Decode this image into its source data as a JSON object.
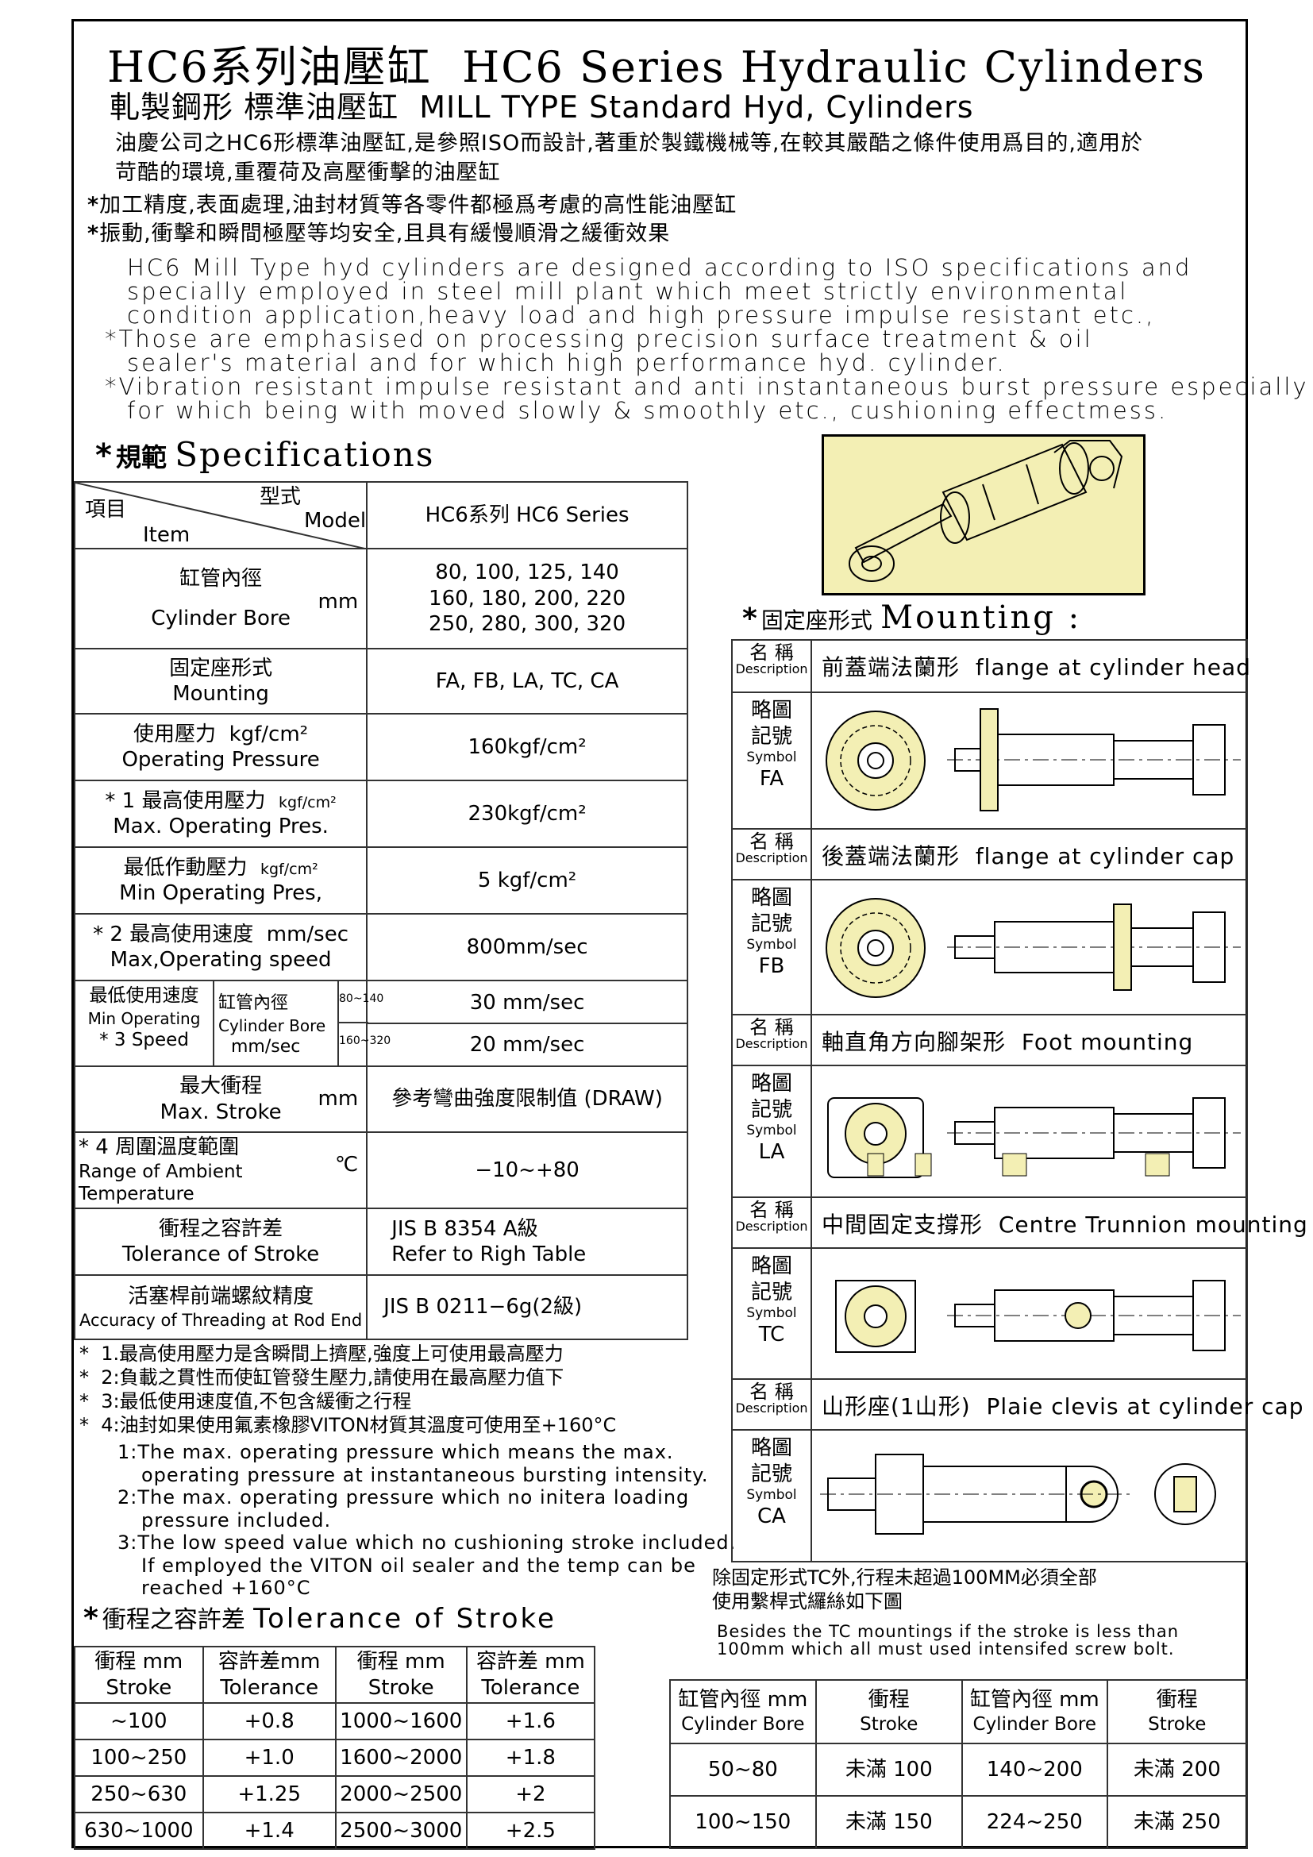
{
  "header": {
    "title_zh": "HC6系列油壓缸",
    "title_en": "HC6 Series Hydraulic Cylinders",
    "subtitle_zh": "軋製鋼形 標準油壓缸",
    "subtitle_en": "MILL TYPE Standard Hyd, Cylinders"
  },
  "intro_zh": [
    "油慶公司之HC6形標準油壓缸,是參照ISO而設計,著重於製鐵機械等,在較其嚴酷之條件使用爲目的,適用於",
    "苛酷的環境,重覆荷及高壓衝擊的油壓缸"
  ],
  "bullets_zh": [
    "加工精度,表面處理,油封材質等各零件都極爲考慮的高性能油壓缸",
    "振動,衝擊和瞬間極壓等均安全,且具有緩慢順滑之緩衝效果"
  ],
  "star": "*",
  "intro_en": [
    "HC6 Mill Type hyd cylinders are designed according to ISO specifications and",
    "specially employed in steel mill plant which meet strictly environmental",
    "condition application,heavy load and high pressure impulse resistant etc.,",
    "Those are emphasised on processing precision surface treatment & oil",
    "sealer's material and for which high performance hyd. cylinder.",
    "Vibration resistant impulse resistant and anti instantaneous burst pressure especially",
    "for which being with moved slowly & smoothly etc., cushioning effectmess."
  ],
  "spec": {
    "heading_zh": "規範",
    "heading_en": "Specifications",
    "hdr": {
      "item_zh": "項目",
      "item_en": "Item",
      "model_zh": "型式",
      "model_en": "Model",
      "series": "HC6系列 HC6 Series"
    },
    "rows": [
      {
        "zh": "缸管內徑",
        "en": "Cylinder Bore",
        "unit": "mm",
        "value": [
          "80, 100, 125, 140",
          "160, 180, 200, 220",
          "250, 280, 300, 320"
        ]
      },
      {
        "zh": "固定座形式",
        "en": "Mounting",
        "unit": "",
        "value": [
          "FA, FB, LA, TC, CA"
        ]
      },
      {
        "zh": "使用壓力",
        "en": "Operating Pressure",
        "unit": "kgf/cm²",
        "value": [
          "160kgf/cm²"
        ]
      },
      {
        "zh": "* 1 最高使用壓力",
        "en": "Max. Operating Pres.",
        "unit": "kgf/cm²",
        "value": [
          "230kgf/cm²"
        ]
      },
      {
        "zh": "最低作動壓力",
        "en": "Min Operating Pres,",
        "unit": "kgf/cm²",
        "value": [
          "5 kgf/cm²"
        ]
      },
      {
        "zh": "* 2 最高使用速度",
        "en": "Max,Operating speed",
        "unit": "mm/sec",
        "value": [
          "800mm/sec"
        ]
      }
    ],
    "minspeed": {
      "zh": "最低使用速度",
      "en1": "Min Operating",
      "en2": "* 3 Speed",
      "bore_zh": "缸管內徑",
      "bore_en": "Cylinder Bore",
      "unit": "mm/sec",
      "r1": "80~140",
      "r2": "160~320",
      "v1": "30 mm/sec",
      "v2": "20 mm/sec"
    },
    "rows2": [
      {
        "zh": "最大衝程",
        "en": "Max. Stroke",
        "unit": "mm",
        "value": [
          "參考彎曲強度限制值 (DRAW)"
        ]
      },
      {
        "zh": "* 4 周圍溫度範圍",
        "en": "Range of Ambient Temperature",
        "unit": "℃",
        "value": [
          "−10~+80"
        ]
      },
      {
        "zh": "衝程之容許差",
        "en": "Tolerance of Stroke",
        "unit": "",
        "value": [
          "JIS B 8354 A級",
          "Refer to Righ Table"
        ]
      },
      {
        "zh": "活塞桿前端螺紋精度",
        "en": "Accuracy of Threading at Rod End",
        "unit": "",
        "value": [
          "JIS B 0211−6g(2級)"
        ]
      }
    ]
  },
  "notes_zh": [
    "1.最高使用壓力是含瞬間上擠壓,強度上可使用最高壓力",
    "2:負載之貫性而使缸管發生壓力,請使用在最高壓力值下",
    "3:最低使用速度值,不包含緩衝之行程",
    "4:油封如果使用氟素橡膠VITON材質其溫度可使用至+160°C"
  ],
  "notes_en": [
    "1:The max. operating pressure which means the max.",
    "operating pressure at instantaneous bursting intensity.",
    "2:The max. operating pressure which no initera loading",
    "pressure included.",
    "3:The low speed value which no cushioning stroke included.",
    "If employed the VITON oil sealer and the temp can be",
    "reached +160°C"
  ],
  "tolerance": {
    "heading_zh": "衝程之容許差",
    "heading_en": "Tolerance of Stroke",
    "headers": [
      [
        "衝程 mm",
        "Stroke"
      ],
      [
        "容許差mm",
        "Tolerance"
      ],
      [
        "衝程 mm",
        "Stroke"
      ],
      [
        "容許差 mm",
        "Tolerance"
      ]
    ],
    "rows": [
      [
        "~100",
        "+0.8",
        "1000~1600",
        "+1.6"
      ],
      [
        "100~250",
        "+1.0",
        "1600~2000",
        "+1.8"
      ],
      [
        "250~630",
        "+1.25",
        "2000~2500",
        "+2"
      ],
      [
        "630~1000",
        "+1.4",
        "2500~3000",
        "+2.5"
      ]
    ]
  },
  "mounting": {
    "heading_zh": "固定座形式",
    "heading_en": "Mounting :",
    "name_zh": "名 稱",
    "name_en": "Description",
    "sym_zh1": "略圖",
    "sym_zh2": "記號",
    "sym_en": "Symbol",
    "items": [
      {
        "desc_zh": "前蓋端法蘭形",
        "desc_en": "flange  at cylinder head",
        "symbol": "FA"
      },
      {
        "desc_zh": "後蓋端法蘭形",
        "desc_en": "flange at cylinder cap",
        "symbol": "FB"
      },
      {
        "desc_zh": "軸直角方向腳架形",
        "desc_en": "Foot mounting",
        "symbol": "LA"
      },
      {
        "desc_zh": "中間固定支撐形",
        "desc_en": "Centre Trunnion mounting",
        "symbol": "TC"
      },
      {
        "desc_zh": "山形座(1山形)",
        "desc_en": "Plaie clevis at cylinder cap",
        "symbol": "CA"
      }
    ]
  },
  "bolt_note": {
    "zh": [
      "除固定形式TC外,行程未超過100MM必須全部",
      "使用繫桿式纙絲如下圖"
    ],
    "en": [
      "Besides the TC mountings if the stroke is less than",
      "100mm which all must used intensifed screw bolt."
    ]
  },
  "bolt_table": {
    "headers": [
      [
        "缸管內徑 mm",
        "Cylinder Bore"
      ],
      [
        "衝程",
        "Stroke"
      ],
      [
        "缸管內徑 mm",
        "Cylinder Bore"
      ],
      [
        "衝程",
        "Stroke"
      ]
    ],
    "rows": [
      [
        "50~80",
        "未滿 100",
        "140~200",
        "未滿 200"
      ],
      [
        "100~150",
        "未滿 150",
        "224~250",
        "未滿 250"
      ]
    ]
  },
  "colors": {
    "fill": "#f3efb4",
    "line": "#000000"
  }
}
